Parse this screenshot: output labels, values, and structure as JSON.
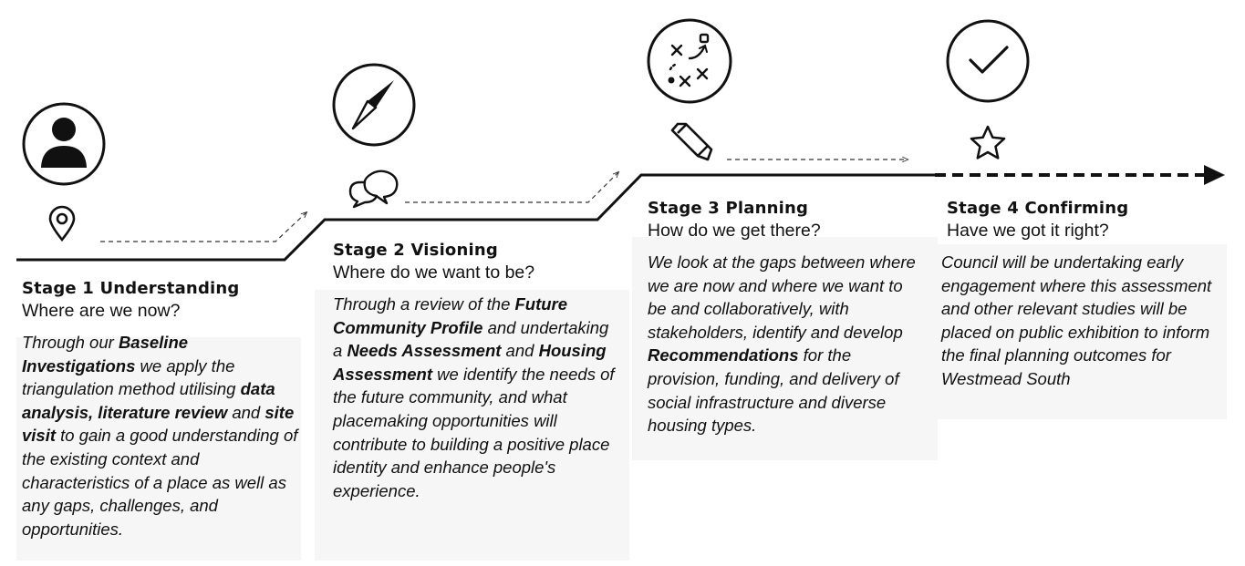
{
  "stages": [
    {
      "title": "Stage 1 Understanding",
      "question": "Where are we now?",
      "icon": "person-icon",
      "marker_icon": "location-pin-icon",
      "description": [
        {
          "t": "Through our "
        },
        {
          "t": "Baseline Investigations",
          "b": true
        },
        {
          "t": "  we apply the triangulation method utilising "
        },
        {
          "t": "data analysis, literature review",
          "b": true
        },
        {
          "t": " and "
        },
        {
          "t": "site visit",
          "b": true
        },
        {
          "t": " to gain a good understanding of the existing context and characteristics of a place as well as any gaps,  challenges, and opportunities."
        }
      ]
    },
    {
      "title": "Stage 2 Visioning",
      "question": "Where do we want to be?",
      "icon": "compass-icon",
      "marker_icon": "speech-bubbles-icon",
      "description": [
        {
          "t": "Through  a review of the "
        },
        {
          "t": "Future Community  Profile",
          "b": true
        },
        {
          "t": " and undertaking a "
        },
        {
          "t": "Needs Assessment",
          "b": true
        },
        {
          "t": " and "
        },
        {
          "t": "Housing Assessment",
          "b": true
        },
        {
          "t": " we identify the needs of the future community, and what placemaking opportunities will contribute to building a positive place identity and enhance people's experience."
        }
      ]
    },
    {
      "title": "Stage 3 Planning",
      "question": "How do we get there?",
      "icon": "strategy-plan-icon",
      "marker_icon": "pencil-icon",
      "description": [
        {
          "t": "We look at the gaps between where we are now and where we want to be and collaboratively, with stakeholders, identify and develop "
        },
        {
          "t": "Recommendations",
          "b": true
        },
        {
          "t": " for the provision, funding,  and delivery of social infrastructure and diverse housing types."
        }
      ]
    },
    {
      "title": "Stage 4 Confirming",
      "question": "Have we got it right?",
      "icon": "checkmark-icon",
      "marker_icon": "star-icon",
      "description": [
        {
          "t": "Council will be undertaking early engagement  where this assessment and other relevant studies will be placed on public exhibition to inform the final planning outcomes for Westmead South"
        }
      ]
    }
  ]
}
